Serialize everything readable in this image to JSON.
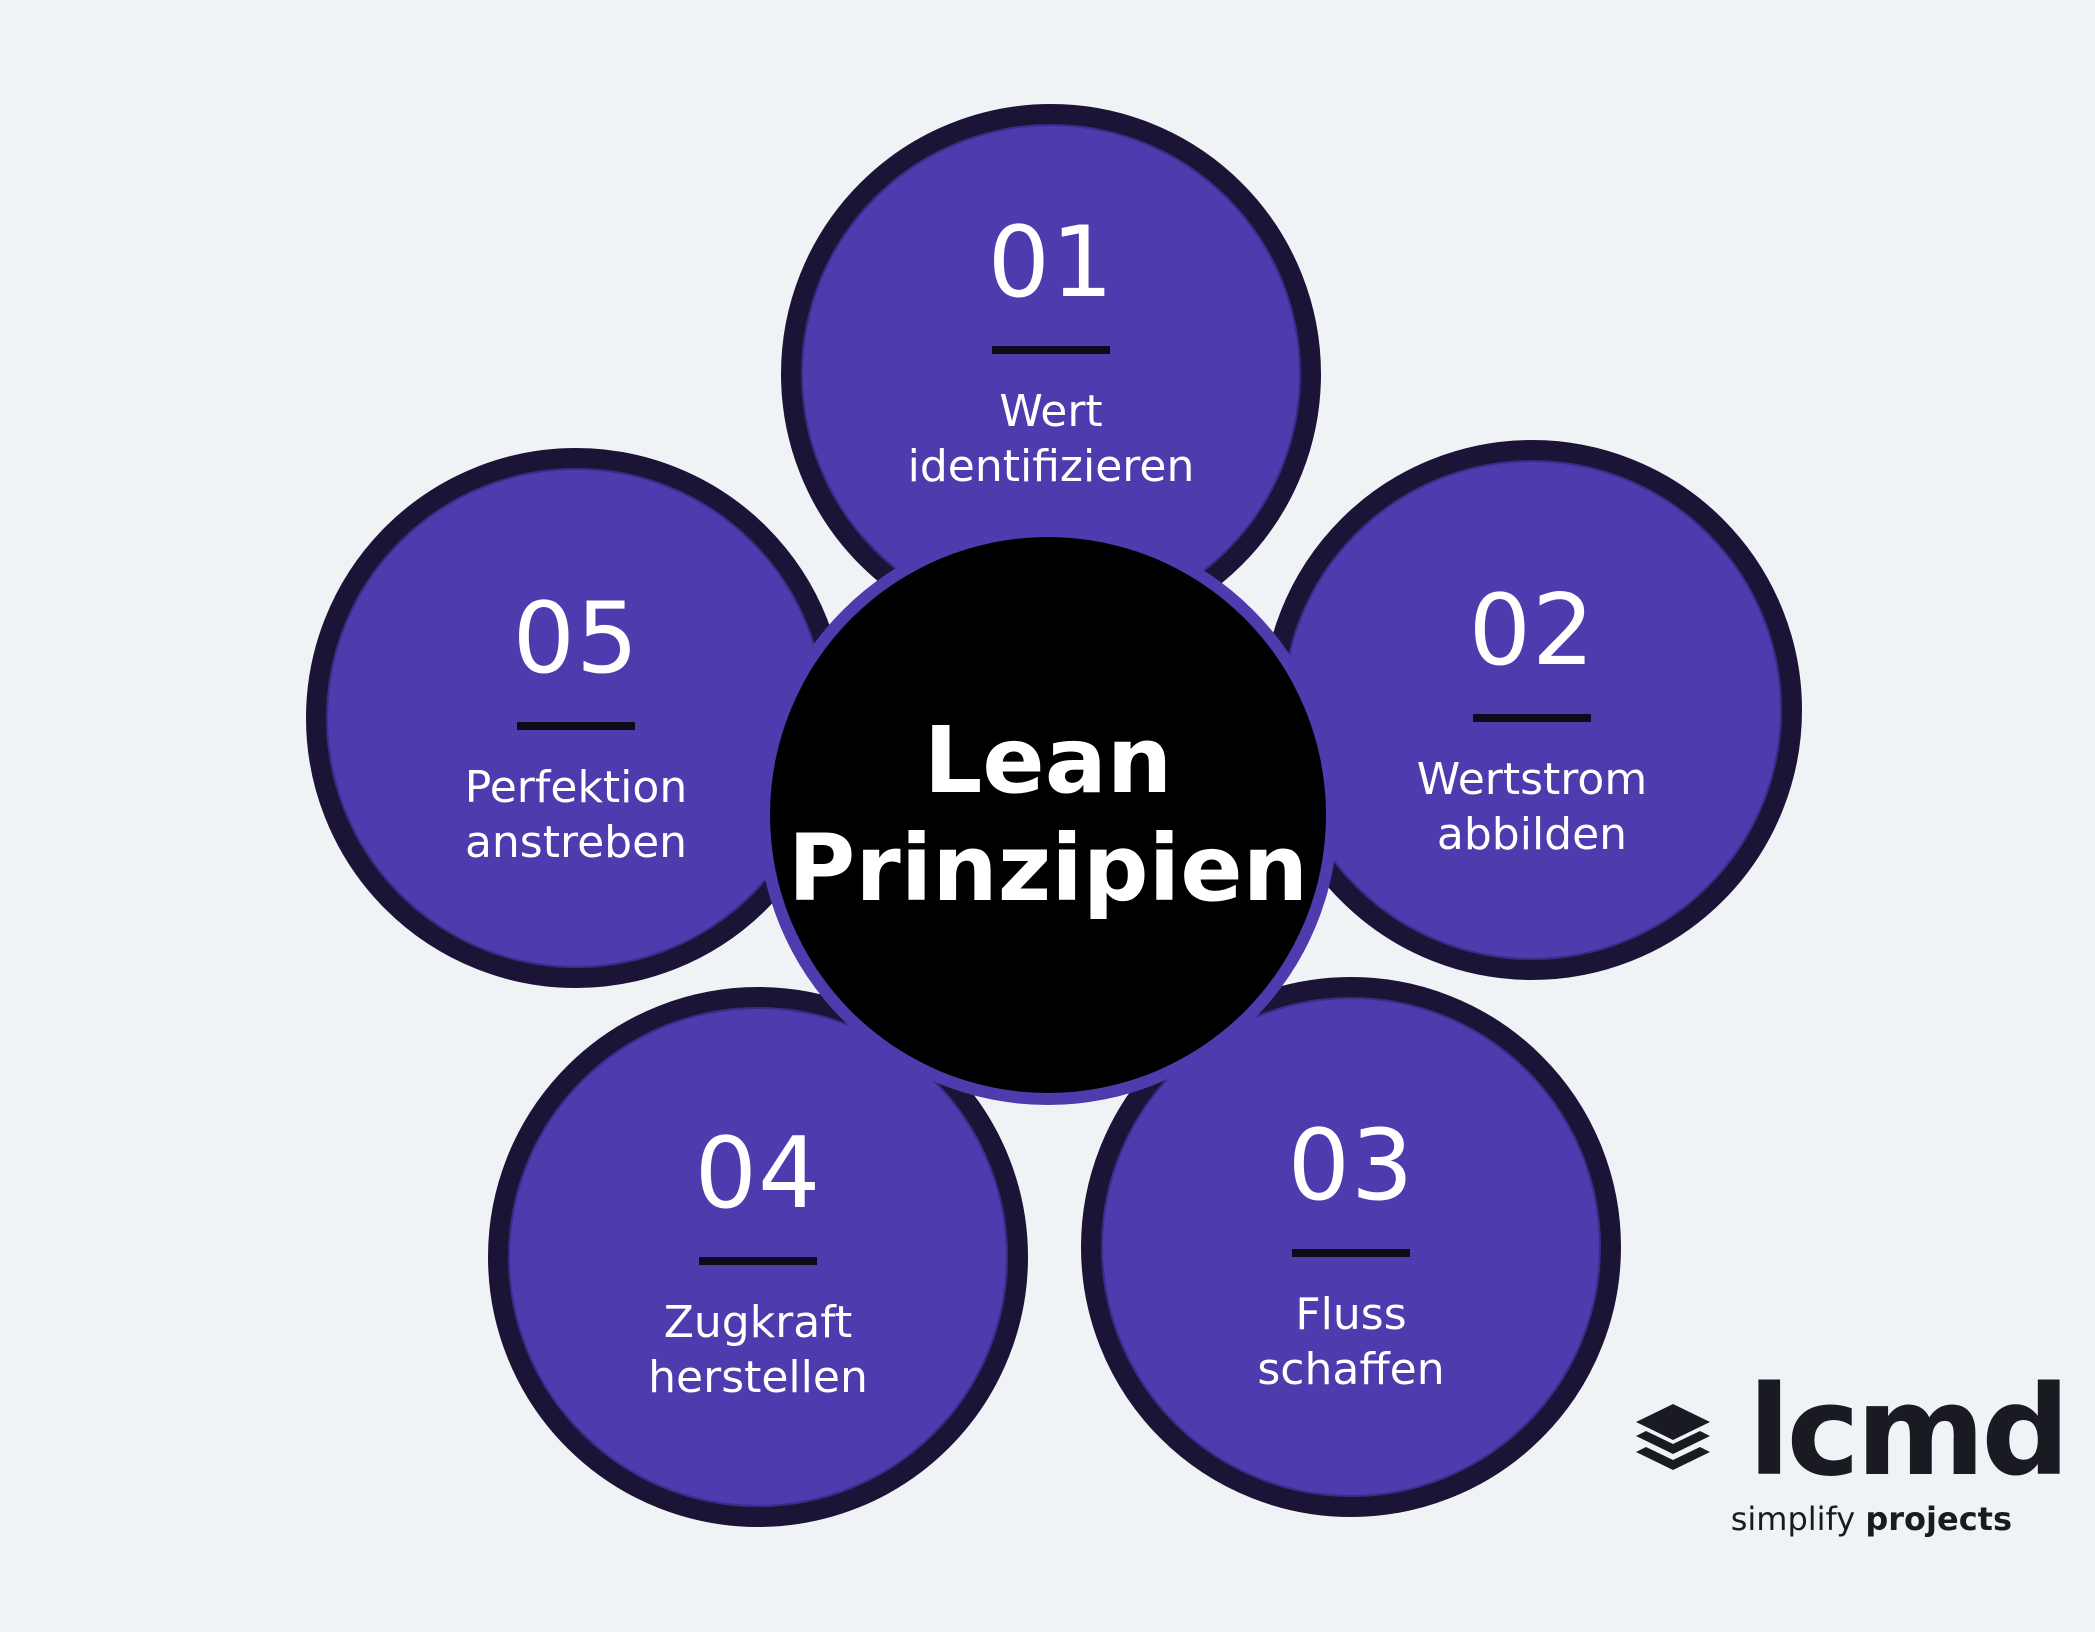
{
  "center": {
    "line1": "Lean",
    "line2": "Prinzipien"
  },
  "petals": [
    {
      "number": "01",
      "label_line1": "Wert",
      "label_line2": "identifizieren"
    },
    {
      "number": "02",
      "label_line1": "Wertstrom",
      "label_line2": "abbilden"
    },
    {
      "number": "03",
      "label_line1": "Fluss",
      "label_line2": "schaffen"
    },
    {
      "number": "04",
      "label_line1": "Zugkraft",
      "label_line2": "herstellen"
    },
    {
      "number": "05",
      "label_line1": "Perfektion",
      "label_line2": "anstreben"
    }
  ],
  "logo": {
    "wordmark": "lcmd",
    "tagline_regular": "simplify",
    "tagline_bold": "projects"
  },
  "colors": {
    "background": "#eff3f6",
    "petal_fill": "#4f3aae",
    "petal_ring": "#1b1436",
    "center_fill": "#000000",
    "text": "#ffffff"
  }
}
